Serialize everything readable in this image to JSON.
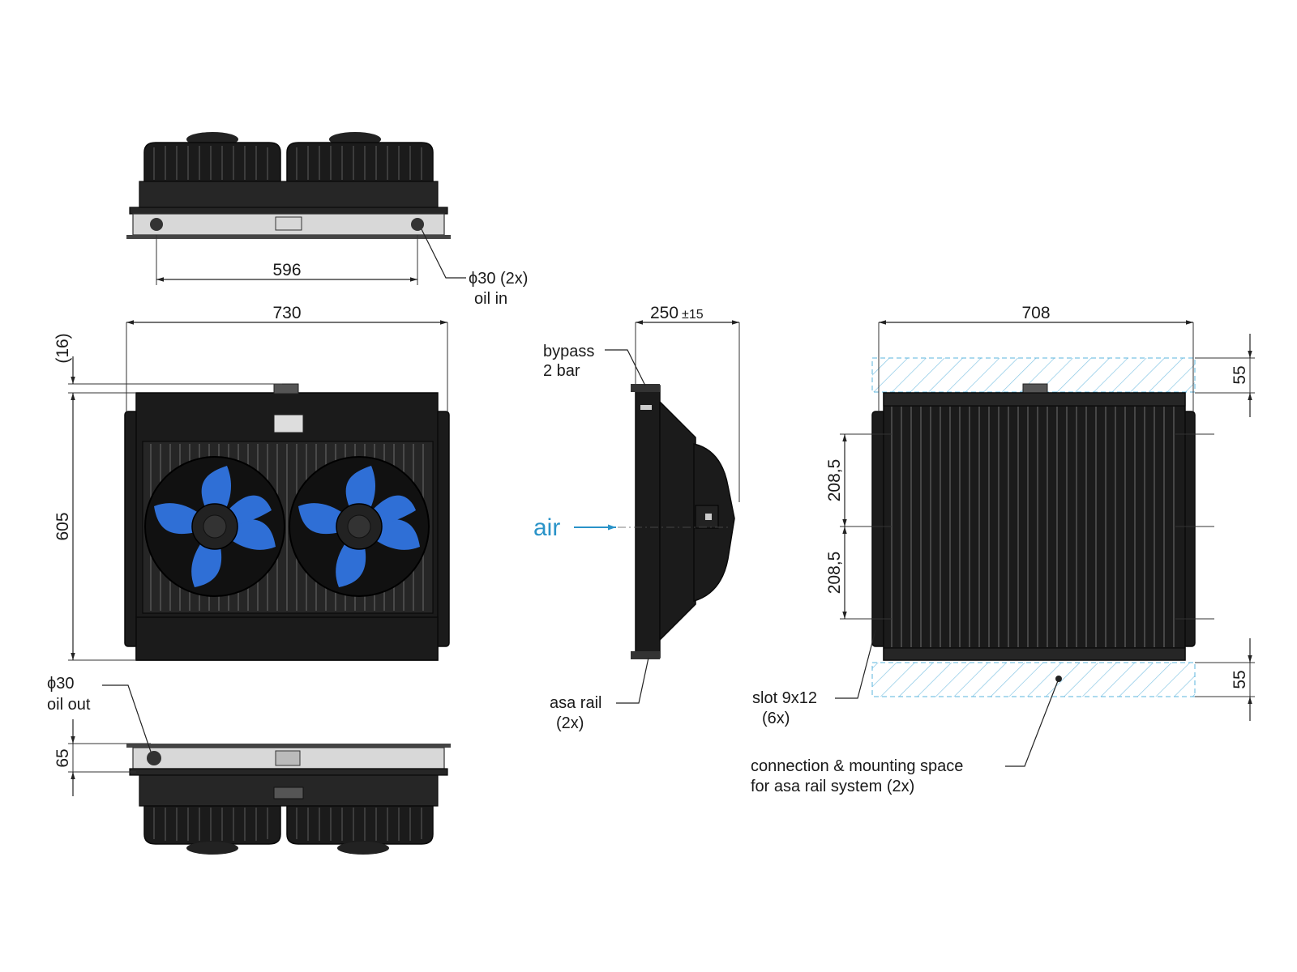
{
  "accent_color": "#2a93c8",
  "blade_color": "#2f6fd6",
  "top_view": {
    "dim_holes": "596",
    "port_dia": "ϕ30 (2x)",
    "port_name": "oil in"
  },
  "front_view": {
    "dim_width": "730",
    "dim_height": "605",
    "dim_top_offset": "(16)"
  },
  "bottom_view": {
    "port_dia": "ϕ30",
    "port_name": "oil out",
    "dim_depth": "65"
  },
  "side_view": {
    "dim_depth_base": "250",
    "dim_depth_tol": "±15",
    "bypass_line1": "bypass",
    "bypass_line2": "2 bar",
    "air_label": "air",
    "rail_line1": "asa rail",
    "rail_line2": "(2x)"
  },
  "rear_view": {
    "dim_width": "708",
    "dim_space_top": "55",
    "dim_space_bottom": "55",
    "dim_slot_pitch_upper": "208,5",
    "dim_slot_pitch_lower": "208,5",
    "slot_line1": "slot 9x12",
    "slot_line2": "(6x)",
    "space_line1": "connection & mounting space",
    "space_line2": "for asa rail system (2x)"
  }
}
